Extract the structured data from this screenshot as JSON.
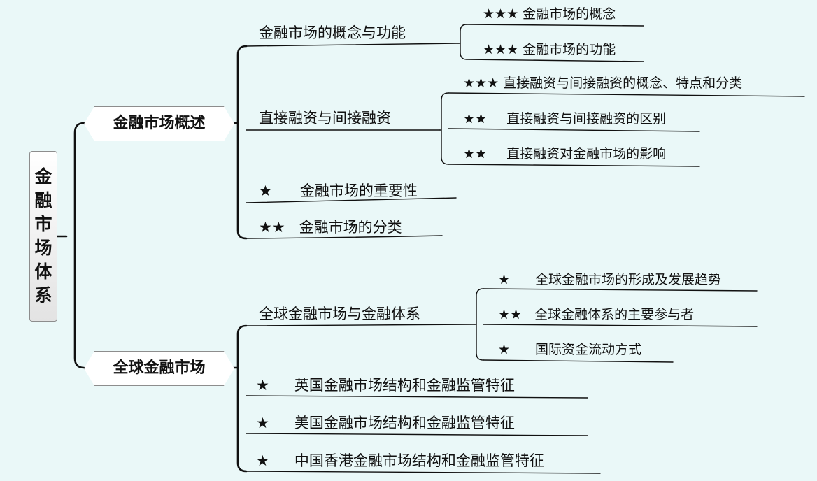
{
  "root": {
    "chars": [
      "金",
      "融",
      "市",
      "场",
      "体",
      "系"
    ]
  },
  "branch1": {
    "label": "金融市场概述",
    "nodes": [
      {
        "label": "金融市场的概念与功能",
        "children": [
          {
            "stars": "★★★",
            "label": "金融市场的概念"
          },
          {
            "stars": "★★★",
            "label": "金融市场的功能"
          }
        ]
      },
      {
        "label": "直接融资与间接融资",
        "children": [
          {
            "stars": "★★★",
            "label": "直接融资与间接融资的概念、特点和分类"
          },
          {
            "stars": "★★",
            "label": "直接融资与间接融资的区别"
          },
          {
            "stars": "★★",
            "label": "直接融资对金融市场的影响"
          }
        ]
      },
      {
        "stars": "★",
        "label": "金融市场的重要性"
      },
      {
        "stars": "★★",
        "label": "金融市场的分类"
      }
    ]
  },
  "branch2": {
    "label": "全球金融市场",
    "nodes": [
      {
        "label": "全球金融市场与金融体系",
        "children": [
          {
            "stars": "★",
            "label": "全球金融市场的形成及发展趋势"
          },
          {
            "stars": "★★",
            "label": "全球金融体系的主要参与者"
          },
          {
            "stars": "★",
            "label": "国际资金流动方式"
          }
        ]
      },
      {
        "stars": "★",
        "label": "英国金融市场结构和金融监管特征"
      },
      {
        "stars": "★",
        "label": "美国金融市场结构和金融监管特征"
      },
      {
        "stars": "★",
        "label": "中国香港金融市场结构和金融监管特征"
      }
    ]
  }
}
